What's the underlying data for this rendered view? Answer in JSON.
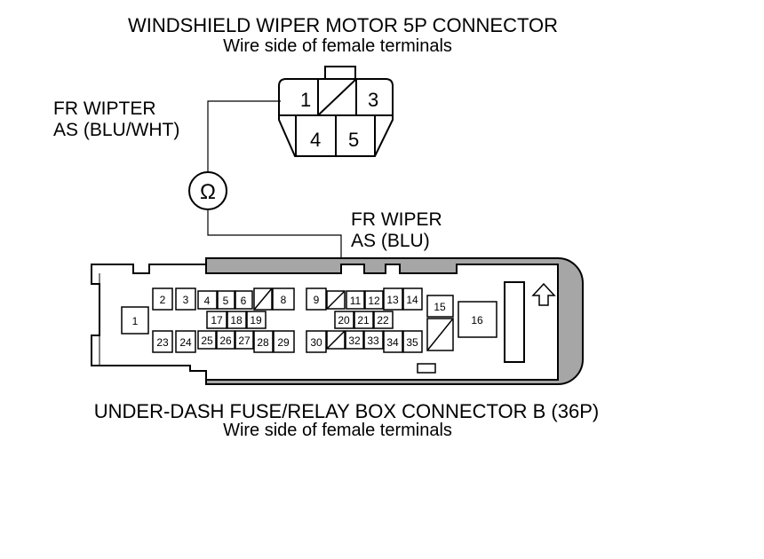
{
  "top_connector": {
    "title": "WINDSHIELD WIPER MOTOR 5P CONNECTOR",
    "subtitle": "Wire side of female terminals",
    "pins": [
      "1",
      "3",
      "4",
      "5"
    ]
  },
  "bottom_connector": {
    "title": "UNDER-DASH FUSE/RELAY BOX CONNECTOR B (36P)",
    "subtitle": "Wire side of female terminals",
    "pins": [
      "1",
      "2",
      "3",
      "4",
      "5",
      "6",
      "8",
      "9",
      "11",
      "12",
      "13",
      "14",
      "15",
      "16",
      "17",
      "18",
      "19",
      "20",
      "21",
      "22",
      "23",
      "24",
      "25",
      "26",
      "27",
      "28",
      "29",
      "30",
      "32",
      "33",
      "34",
      "35"
    ]
  },
  "wires": {
    "left": {
      "line1": "FR WIPTER",
      "line2": "AS (BLU/WHT)"
    },
    "right": {
      "line1": "FR WIPER",
      "line2": "AS (BLU)"
    }
  },
  "meter": {
    "symbol": "Ω",
    "icon": "ohmmeter-icon"
  },
  "arrow": {
    "icon": "up-arrow-icon"
  },
  "colors": {
    "line": "#000000",
    "housing_fill": "#a6a6a6",
    "background": "#ffffff"
  }
}
